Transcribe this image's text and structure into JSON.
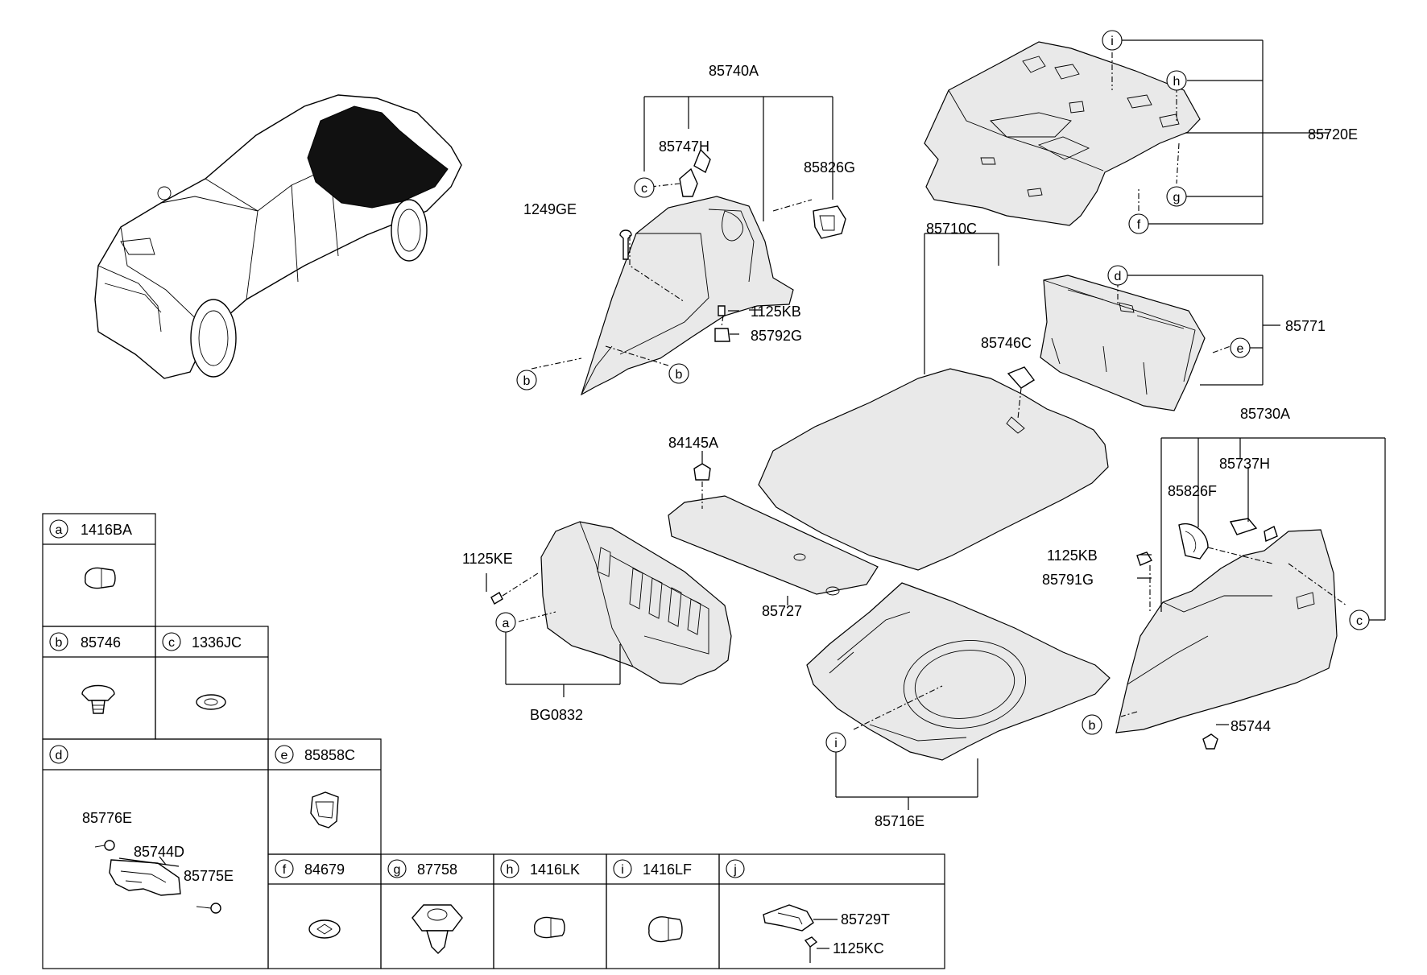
{
  "part_numbers": {
    "p85740A": "85740A",
    "p85747H": "85747H",
    "p85826G": "85826G",
    "p1249GE": "1249GE",
    "p1125KB_top": "1125KB",
    "p85792G": "85792G",
    "p85720E": "85720E",
    "p85710C": "85710C",
    "p85746C": "85746C",
    "p85771": "85771",
    "p84145A": "84145A",
    "p85730A": "85730A",
    "p85737H": "85737H",
    "p85826F": "85826F",
    "p1125KE": "1125KE",
    "p1125KB_right": "1125KB",
    "p85791G": "85791G",
    "p85727": "85727",
    "pBG0832": "BG0832",
    "p85744": "85744",
    "p85716E": "85716E"
  },
  "callouts": {
    "i_top": "i",
    "h_top": "h",
    "g_top": "g",
    "f_top": "f",
    "c_left": "c",
    "b_left1": "b",
    "b_left2": "b",
    "d_mid": "d",
    "e_mid": "e",
    "a_mid": "a",
    "i_mid": "i",
    "c_right": "c",
    "b_right": "b"
  },
  "legend": {
    "a": {
      "letter": "a",
      "part": "1416BA"
    },
    "b": {
      "letter": "b",
      "part": "85746"
    },
    "c": {
      "letter": "c",
      "part": "1336JC"
    },
    "d": {
      "letter": "d",
      "part": "",
      "sub": [
        "85776E",
        "85744D",
        "85775E"
      ]
    },
    "e": {
      "letter": "e",
      "part": "85858C"
    },
    "f": {
      "letter": "f",
      "part": "84679"
    },
    "g": {
      "letter": "g",
      "part": "87758"
    },
    "h": {
      "letter": "h",
      "part": "1416LK"
    },
    "i": {
      "letter": "i",
      "part": "1416LF"
    },
    "j": {
      "letter": "j",
      "part": "",
      "sub": [
        "85729T",
        "1125KC"
      ]
    }
  }
}
